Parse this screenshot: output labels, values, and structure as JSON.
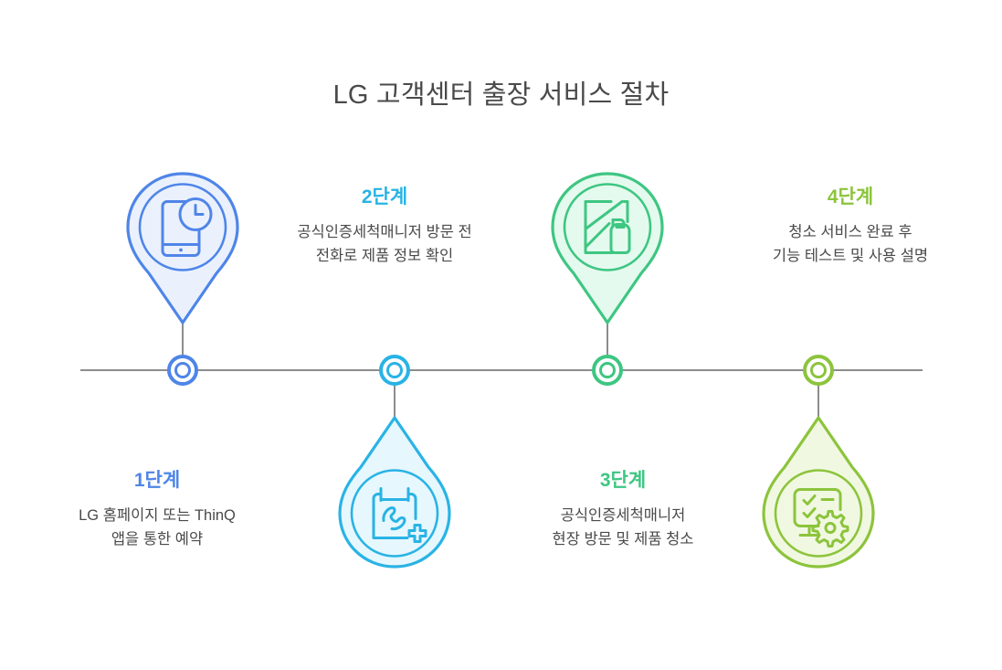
{
  "title": "LG 고객센터 출장 서비스 절차",
  "colors": {
    "background": "#ffffff",
    "title_text": "#4a4a4a",
    "body_text": "#4a4a4a",
    "timeline_line": "#8d8d8d",
    "step1_accent": "#4f85e8",
    "step1_fill": "#eaf1fd",
    "step2_accent": "#29b3e5",
    "step2_fill": "#e6f7fd",
    "step3_accent": "#3ec682",
    "step3_fill": "#e4faee",
    "step4_accent": "#8cc43c",
    "step4_fill": "#f1f8e1"
  },
  "steps": [
    {
      "label": "1단계",
      "desc_line1": "LG 홈페이지 또는 ThinQ",
      "desc_line2": "앱을 통한 예약",
      "icon": "smartphone-clock-icon",
      "accent": "#4f85e8",
      "fill": "#eaf1fd",
      "orientation": "pin-up",
      "position": "above"
    },
    {
      "label": "2단계",
      "desc_line1": "공식인증세척매니저 방문 전",
      "desc_line2": "전화로 제품 정보 확인",
      "icon": "calendar-phone-plus-icon",
      "accent": "#29b3e5",
      "fill": "#e6f7fd",
      "orientation": "droplet-down",
      "position": "below"
    },
    {
      "label": "3단계",
      "desc_line1": "공식인증세척매니저",
      "desc_line2": "현장 방문 및 제품 청소",
      "icon": "window-spray-bottle-icon",
      "accent": "#3ec682",
      "fill": "#e4faee",
      "orientation": "pin-up",
      "position": "above"
    },
    {
      "label": "4단계",
      "desc_line1": "청소 서비스 완료 후",
      "desc_line2": "기능 테스트 및 사용 설명",
      "icon": "checklist-gear-icon",
      "accent": "#8cc43c",
      "fill": "#f1f8e1",
      "orientation": "droplet-down",
      "position": "below"
    }
  ]
}
